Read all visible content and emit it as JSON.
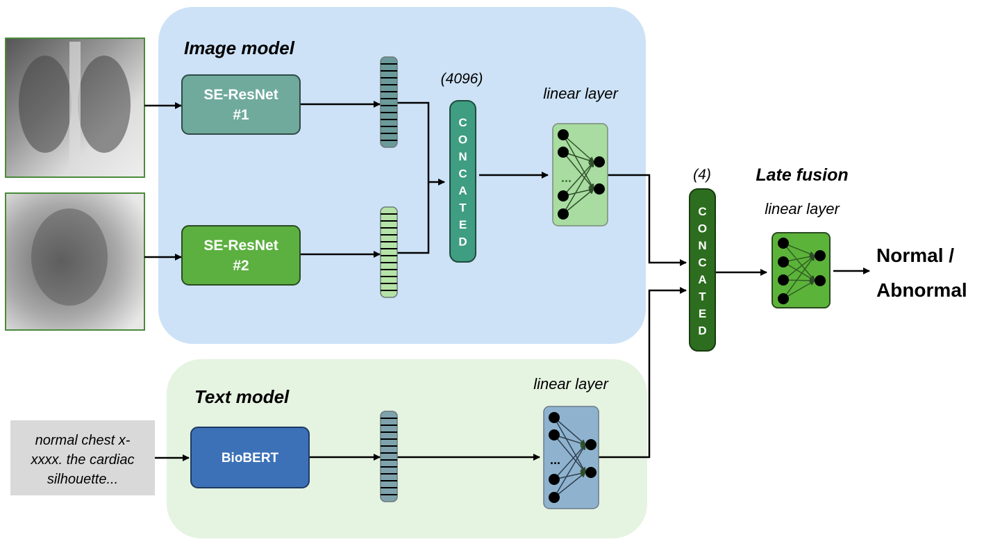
{
  "image_model": {
    "title": "Image model",
    "encoder1": {
      "line1": "SE-ResNet",
      "line2": "#1"
    },
    "encoder2": {
      "line1": "SE-ResNet",
      "line2": "#2"
    },
    "concat_dim": "(4096)",
    "concat_letters": [
      "C",
      "O",
      "N",
      "C",
      "A",
      "T",
      "E",
      "D"
    ],
    "linear_label": "linear layer",
    "dots": "..."
  },
  "text_model": {
    "title": "Text model",
    "input_lines": [
      "normal chest x-",
      "xxxx. the cardiac",
      "silhouette..."
    ],
    "encoder": "BioBERT",
    "linear_label": "linear layer",
    "dots": "..."
  },
  "late_fusion": {
    "title": "Late fusion",
    "concat_dim": "(4)",
    "concat_letters": [
      "C",
      "O",
      "N",
      "C",
      "A",
      "T",
      "E",
      "D"
    ],
    "linear_label": "linear layer",
    "output_line1": "Normal /",
    "output_line2": "Abnormal"
  },
  "colors": {
    "image_panel": "#cde2f6",
    "text_panel": "#e5f3e1",
    "se_resnet1": "#6faa9d",
    "se_resnet2": "#5cb040",
    "biobert": "#3c71b7",
    "concat1": "#3f9d81",
    "concat2": "#2d6d1f"
  }
}
